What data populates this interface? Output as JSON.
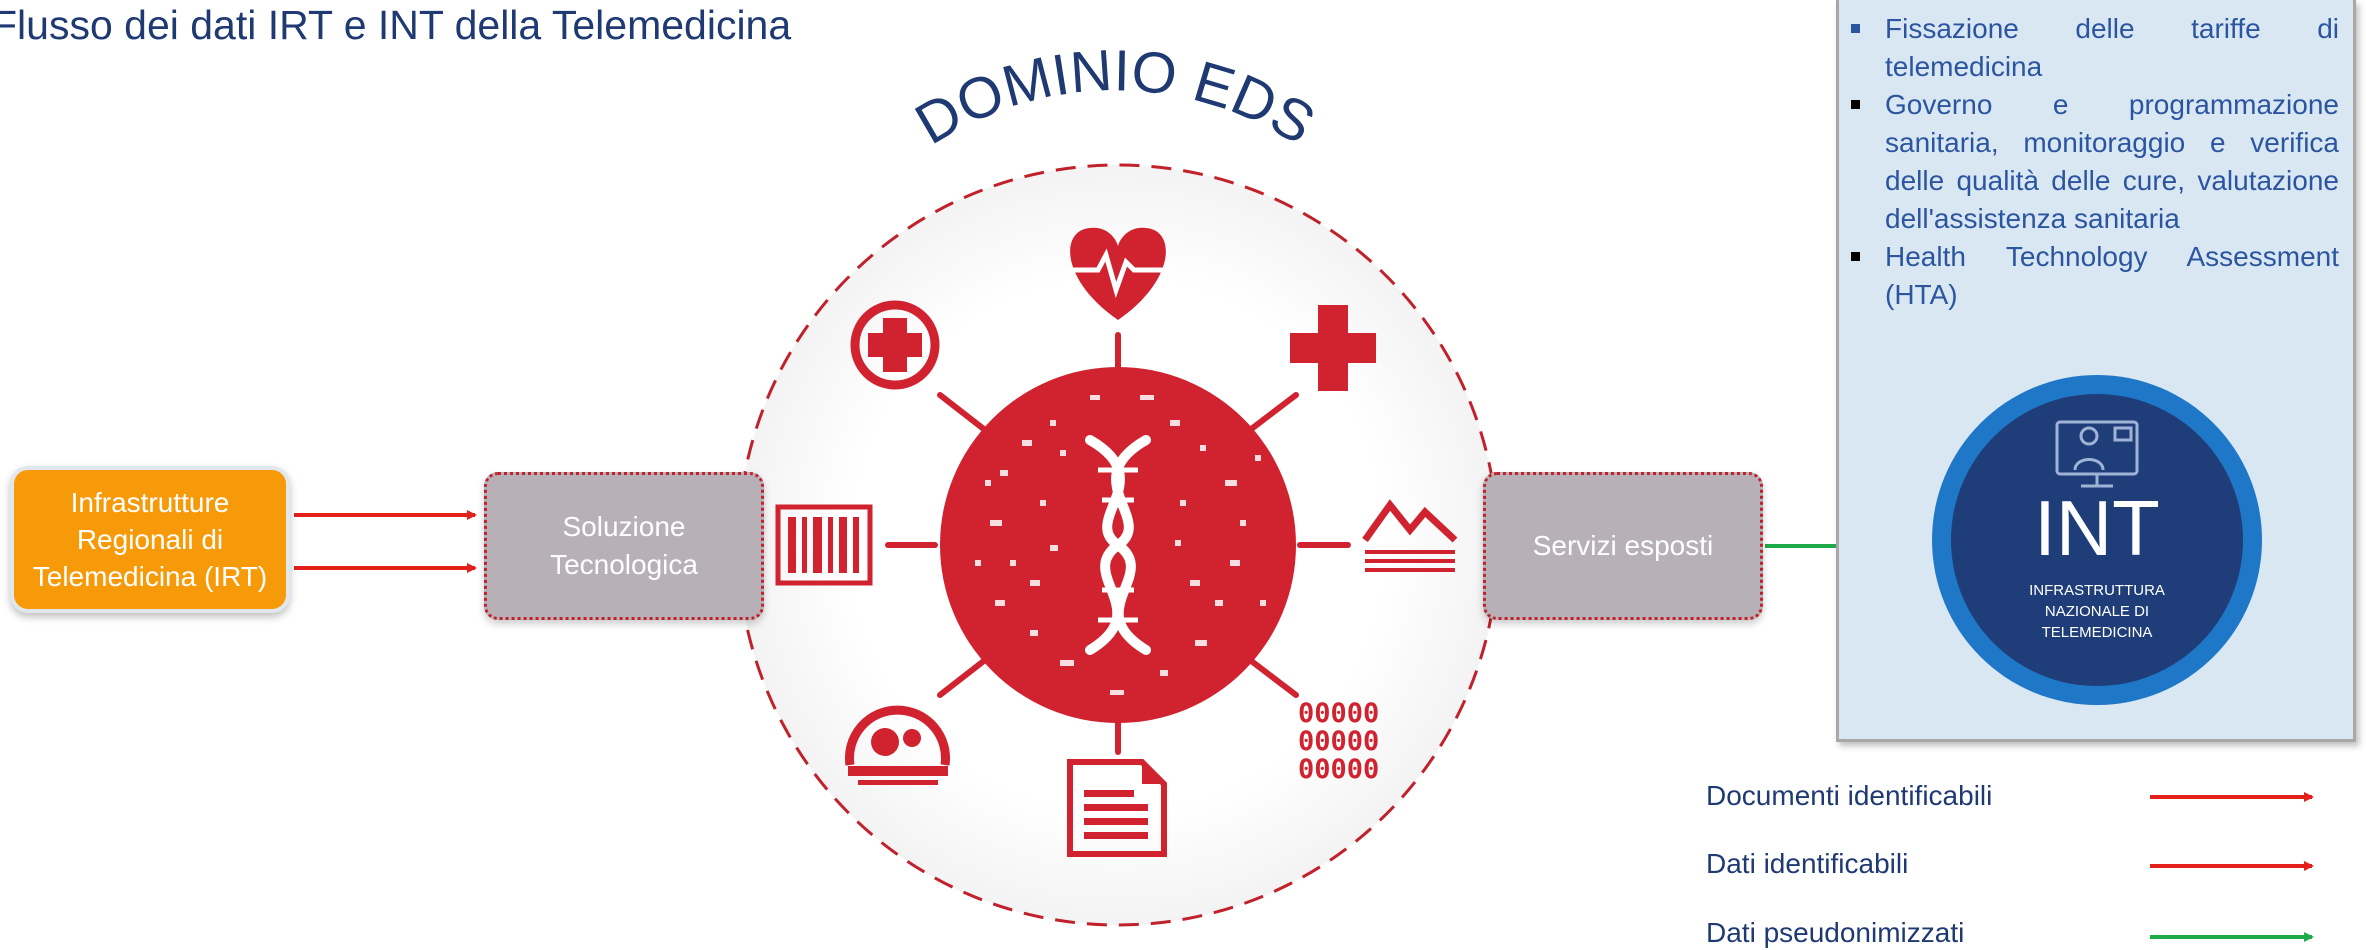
{
  "title": "Flusso dei dati IRT e INT della Telemedicina",
  "domain_label": "DOMINIO EDS",
  "boxes": {
    "irt": "Infrastrutture Regionali di Telemedicina (IRT)",
    "soluzione": "Soluzione Tecnologica",
    "servizi": "Servizi esposti"
  },
  "panel": {
    "items": [
      "Fissazione delle tariffe di telemedicina",
      "Governo e programmazione sanitaria, monitoraggio e verifica delle qualità delle cure, valutazione dell'assistenza sanitaria",
      "Health Technology Assessment (HTA)"
    ]
  },
  "int": {
    "abbr": "INT",
    "full_line1": "INFRASTRUTTURA",
    "full_line2": "NAZIONALE DI",
    "full_line3": "TELEMEDICINA"
  },
  "legend": {
    "items": [
      {
        "label": "Documenti identificabili",
        "color": "#e3201b"
      },
      {
        "label": "Dati identificabili",
        "color": "#e3201b"
      },
      {
        "label": "Dati pseudonimizzati",
        "color": "#1faa4a"
      }
    ]
  },
  "colors": {
    "title": "#1f3a73",
    "irt_fill": "#f79a0a",
    "box_fill": "#b7b0b6",
    "accent_red": "#d12230",
    "int_dark": "#1f3d78",
    "int_ring": "#1f77c7",
    "panel_bg": "#d9e7f3"
  },
  "icons": [
    "heart-pulse-icon",
    "medical-cross-circle-icon",
    "medical-cross-icon",
    "barcode-icon",
    "graph-line-icon",
    "dna-icon",
    "binary-digits-icon",
    "scanner-icon",
    "document-icon",
    "doctor-monitor-icon"
  ]
}
